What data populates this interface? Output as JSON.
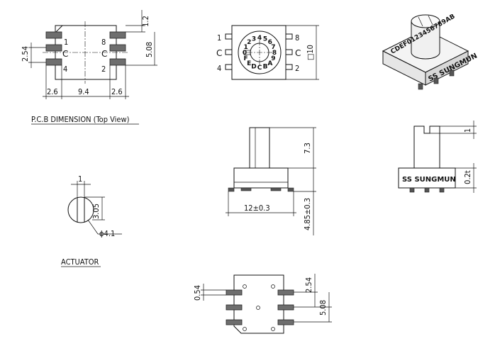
{
  "pcb": {
    "caption": "P.C.B DIMENSION (Top View)",
    "dims": {
      "top": "1.2",
      "pitch_v": "5.08",
      "left_pitch": "2.54",
      "pad_left": "2.6",
      "center": "9.4",
      "pad_right": "2.6"
    },
    "labels": {
      "p1": "1",
      "p8": "8",
      "cl": "C",
      "cr": "C",
      "p4": "4",
      "p2": "2"
    }
  },
  "front": {
    "pins": {
      "p1": "1",
      "p8": "8",
      "cl": "C",
      "cr": "C",
      "p4": "4",
      "p2": "2"
    },
    "size": "□10",
    "dial": [
      "0",
      "1",
      "2",
      "3",
      "4",
      "5",
      "6",
      "7",
      "8",
      "9",
      "A",
      "B",
      "C",
      "D",
      "E",
      "F"
    ]
  },
  "iso": {
    "brand": "SUNGMUN",
    "logo": "SS",
    "dial_text": "CDEF0123456789AB"
  },
  "actuator": {
    "caption": "ACTUATOR",
    "slot": "1",
    "height": "3.05",
    "dia": "ϕ4.1"
  },
  "side": {
    "shaft": "7.3",
    "width": "12±0.3",
    "height": "4.85±0.3"
  },
  "end": {
    "slot": "1",
    "body": "0.2t",
    "brand": "SUNGMUN",
    "logo": "SS"
  },
  "bottom": {
    "pad": "0.54",
    "pitch_top": "2.54",
    "pitch": "5.08"
  }
}
